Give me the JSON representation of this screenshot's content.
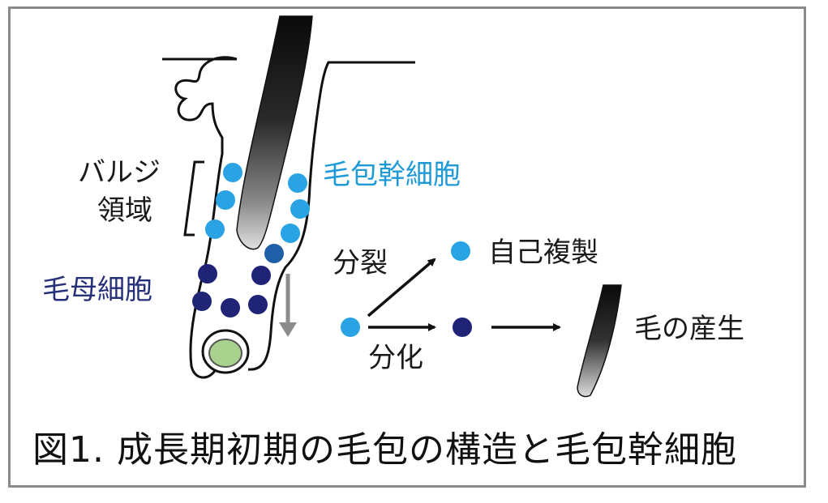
{
  "figure": {
    "caption": "図1. 成長期初期の毛包の構造と毛包幹細胞",
    "labels": {
      "bulge_line1": "バルジ",
      "bulge_line2": "領域",
      "stem_cell": "毛包幹細胞",
      "matrix_cell": "毛母細胞",
      "division": "分裂",
      "self_renewal": "自己複製",
      "differentiation": "分化",
      "hair_production": "毛の産生"
    },
    "colors": {
      "stem_cell": "#29a3e3",
      "matrix_cell": "#1f2477",
      "transit_cell": "#1f5fa8",
      "papilla": "#a9d18e",
      "arrow_gray": "#8c8c8c",
      "outline": "#111111"
    }
  }
}
